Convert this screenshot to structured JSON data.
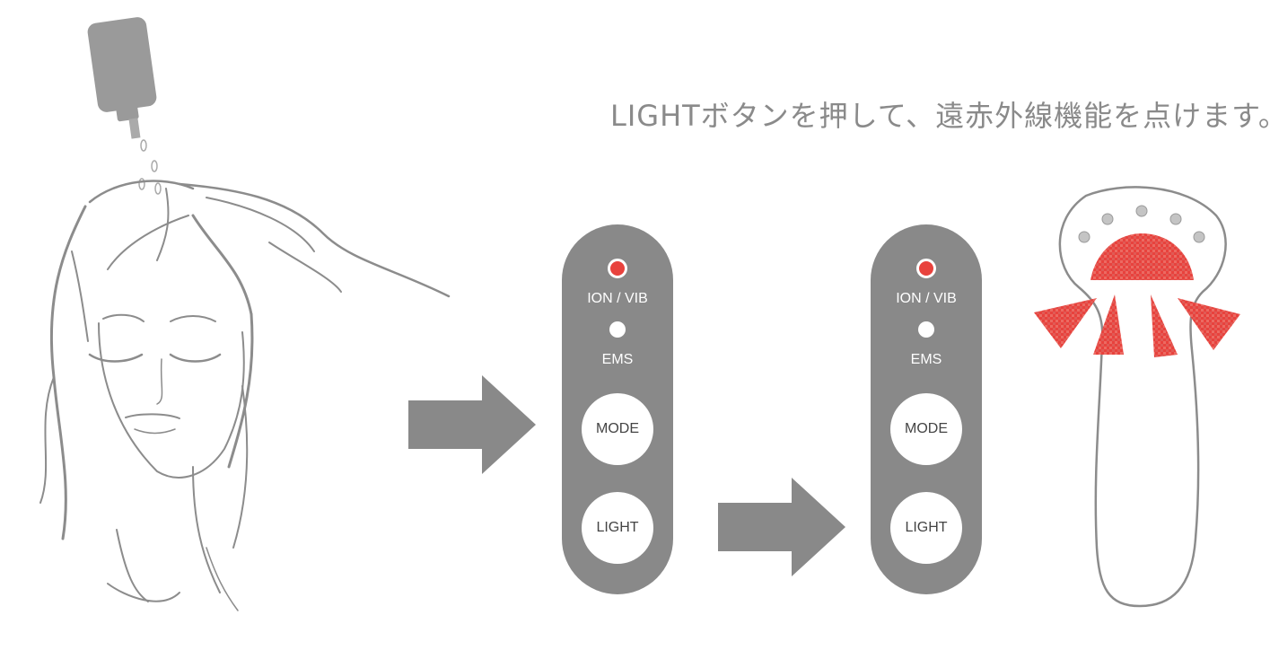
{
  "instruction": "LIGHTボタンを押して、遠赤外線機能を点けます。",
  "panels": [
    {
      "indicator_top": "ION / VIB",
      "indicator_bottom": "EMS",
      "button_mode": "MODE",
      "button_light": "LIGHT",
      "top_led_color": "#e8423d"
    },
    {
      "indicator_top": "ION / VIB",
      "indicator_bottom": "EMS",
      "button_mode": "MODE",
      "button_light": "LIGHT",
      "top_led_color": "#e8423d"
    }
  ],
  "colors": {
    "panel": "#898989",
    "arrow": "#898989",
    "light_red": "#e8423d",
    "text_gray": "#8a8a8a"
  },
  "icons": [
    "arrow-right-icon",
    "led-indicator-icon",
    "spray-bottle-icon",
    "face-sketch-icon",
    "beauty-device-icon",
    "light-ray-icon"
  ]
}
